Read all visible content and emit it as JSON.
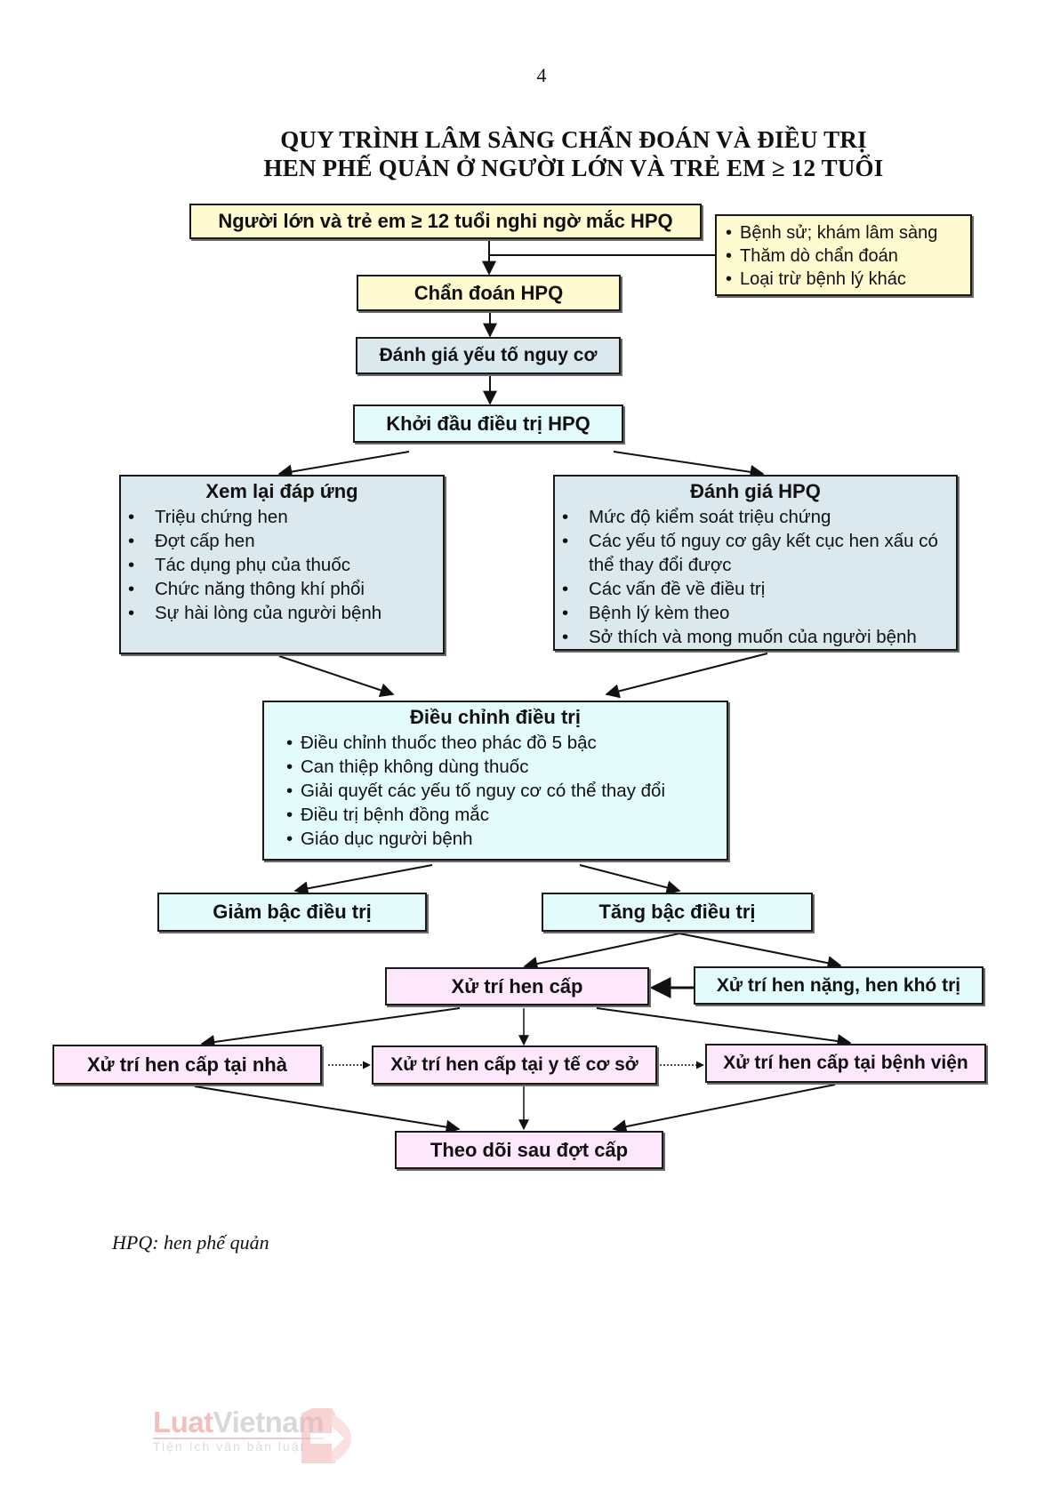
{
  "page_number": "4",
  "title": {
    "line1": "QUY TRÌNH LÂM SÀNG CHẨN ĐOÁN VÀ ĐIỀU TRỊ",
    "line2": "HEN PHẾ QUẢN Ở NGƯỜI LỚN VÀ TRẺ EM ≥ 12 TUỔI"
  },
  "flow": {
    "suspect": "Người lớn và trẻ em ≥ 12 tuổi nghi ngờ mắc HPQ",
    "diagnosis_steps": [
      "Bệnh sử; khám lâm sàng",
      "Thăm dò chẩn đoán",
      "Loại trừ bệnh lý khác"
    ],
    "diagnosis": "Chẩn đoán HPQ",
    "risk_assessment": "Đánh giá yếu tố nguy cơ",
    "initiate": "Khởi đầu điều trị HPQ",
    "review": {
      "title": "Xem lại đáp ứng",
      "items": [
        "Triệu chứng hen",
        "Đợt cấp hen",
        "Tác dụng phụ của thuốc",
        "Chức năng thông khí phổi",
        "Sự hài lòng của người bệnh"
      ]
    },
    "assess": {
      "title": "Đánh giá HPQ",
      "items": [
        "Mức độ kiểm soát triệu chứng",
        "Các yếu tố nguy cơ gây kết cục hen xấu có thể thay đổi được",
        "Các vấn đề về điều trị",
        "Bệnh lý kèm theo",
        "Sở thích và mong muốn của người bệnh"
      ]
    },
    "adjust": {
      "title": "Điều chỉnh điều trị",
      "items": [
        "Điều chỉnh thuốc theo phác đồ 5 bậc",
        "Can thiệp không dùng thuốc",
        "Giải quyết các yếu tố nguy cơ có thể thay đổi",
        "Điều trị bệnh đồng mắc",
        "Giáo dục người bệnh"
      ]
    },
    "step_down": "Giảm bậc điều trị",
    "step_up": "Tăng bậc điều trị",
    "acute": "Xử trí hen cấp",
    "severe": "Xử trí hen nặng, hen khó trị",
    "acute_home": "Xử trí hen cấp tại nhà",
    "acute_primary": "Xử trí hen cấp tại y tế cơ sở",
    "acute_hospital": "Xử trí hen cấp tại bệnh viện",
    "follow_up": "Theo dõi sau đợt cấp"
  },
  "footnote": "HPQ: hen phế quản",
  "watermark": {
    "brand_a": "Luat",
    "brand_b": "Vietnam",
    "tagline": "Tiện ích văn bản luật"
  },
  "colors": {
    "yellow_box": "#fffbd0",
    "blue_box": "#dbe9ef",
    "cyan_box": "#e4fbfb",
    "pink_box": "#fde7fb"
  }
}
